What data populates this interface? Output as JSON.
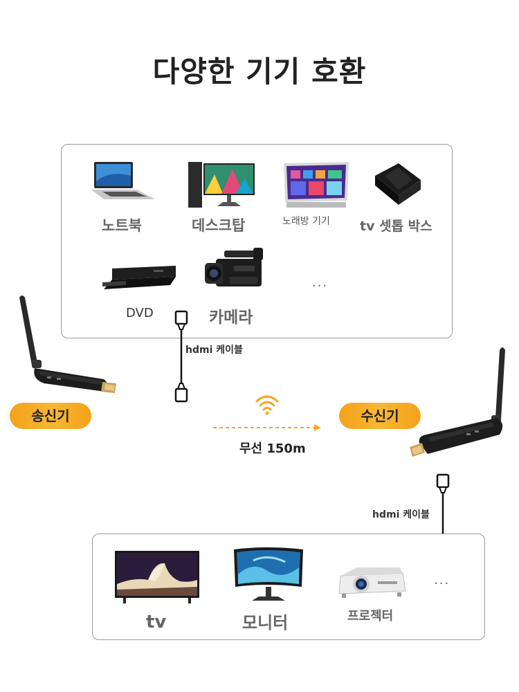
{
  "header": {
    "title": "다양한 기기 호환"
  },
  "source_devices": [
    {
      "label": "노트북",
      "icon": "laptop-icon"
    },
    {
      "label": "데스크탑",
      "icon": "desktop-monitor-icon"
    },
    {
      "label": "노래방 기기",
      "icon": "karaoke-machine-icon"
    },
    {
      "label": "tv 셋톱 박스",
      "icon": "set-top-box-icon"
    },
    {
      "label": "DVD",
      "icon": "dvd-player-icon"
    },
    {
      "label": "카메라",
      "icon": "video-camera-icon"
    },
    {
      "label": "...",
      "icon": ""
    }
  ],
  "transmitter": {
    "label": "송신기"
  },
  "receiver": {
    "label": "수신기"
  },
  "cable_top": {
    "label": "hdmi 케이블"
  },
  "cable_bottom": {
    "label": "hdmi 케이블"
  },
  "wireless": {
    "label": "무선 150m",
    "icon": "wifi-icon"
  },
  "display_devices": [
    {
      "label": "tv",
      "icon": "tv-icon"
    },
    {
      "label": "모니터",
      "icon": "curved-monitor-icon"
    },
    {
      "label": "프로젝터",
      "icon": "projector-icon"
    },
    {
      "label": "...",
      "icon": ""
    }
  ],
  "colors": {
    "accent_orange": "#f5a623",
    "panel_border": "#9a9a9a",
    "device_dark": "#1f1f1f"
  }
}
